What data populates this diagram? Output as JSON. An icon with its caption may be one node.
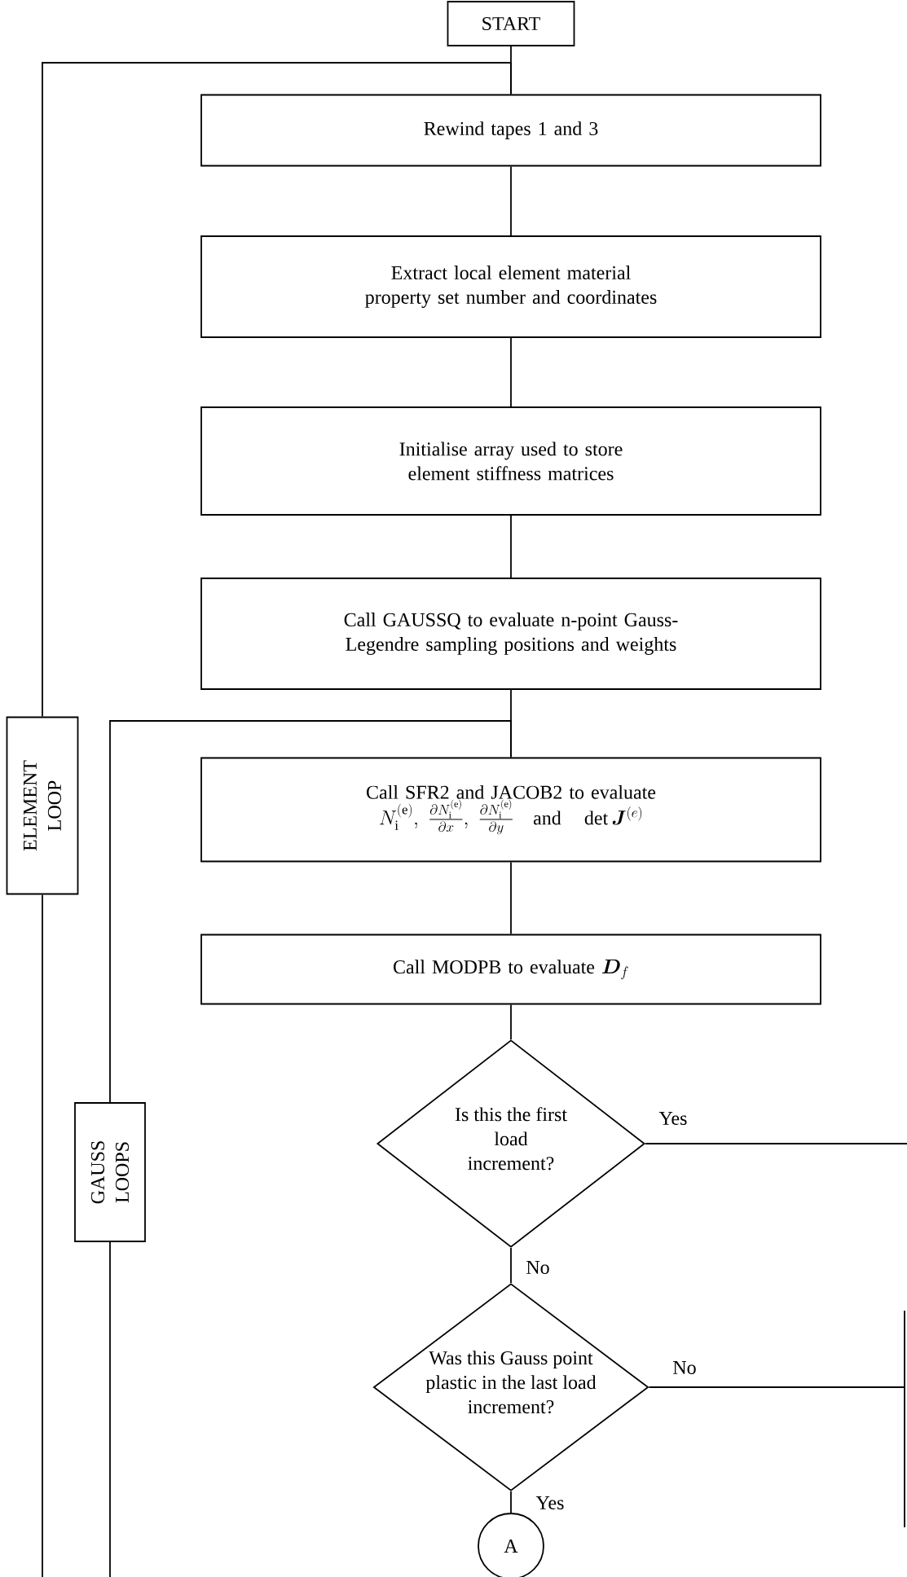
{
  "diagram": {
    "nodes": [
      {
        "text": [
          "START"
        ]
      },
      {
        "text": [
          "Rewind tapes 1 and 3"
        ]
      },
      {
        "text": [
          "Extract local element material property set number and coordinates"
        ]
      },
      {
        "text": [
          "Initialise array used to store element stiffness matrices"
        ]
      },
      {
        "text": [
          "Call GAUSSQ to evaluate n-point Gauss-Legendre sampling positions and weights"
        ]
      },
      {
        "text": [
          "Call SFR2 and JACOB2 to evaluate",
          "N_{\\mathrm{i}}^{(\\mathrm{e})},\\ \\frac{\\partial N_{\\mathrm{i}}^{(\\mathrm{e})}}{\\partial x},\\ \\frac{\\partial N_{\\mathrm{i}}^{(\\mathrm{e})}}{\\partial y}\\quad \\text{and}\\quad \\det \\boldsymbol{J}^{(e)}"
        ]
      },
      {
        "text": [
          "Call MODPB to evaluate",
          "\\boldsymbol{D}_{f}"
        ]
      },
      {
        "text": [
          "Is this the first load increment?"
        ]
      },
      {
        "text": [
          "Was this Gauss point plastic in the last load increment?"
        ]
      },
      {
        "text": [
          "A"
        ]
      },
      {
        "text": [
          "ELEMENT LOOP"
        ]
      },
      {
        "text": [
          "GAUSS LOOPS"
        ]
      }
    ],
    "edges": [
      {
        "from": 0,
        "to": 1,
        "arrow": "none"
      },
      {
        "from": 1,
        "to": 2,
        "arrow": "none"
      },
      {
        "from": 2,
        "to": 3,
        "arrow": "none"
      },
      {
        "from": 3,
        "to": 4,
        "arrow": "none"
      },
      {
        "from": 4,
        "to": 5,
        "arrow": "none"
      },
      {
        "from": 5,
        "to": 6,
        "arrow": "none"
      },
      {
        "from": 6,
        "to": 7,
        "arrow": "none"
      },
      {
        "from": 7,
        "to": 8,
        "arrow": "none",
        "label": "No"
      },
      {
        "from": 8,
        "to": 9,
        "arrow": "none",
        "label": "Yes"
      },
      {
        "from": 7,
        "to": null,
        "arrow": "none",
        "label": "Yes"
      },
      {
        "from": 8,
        "to": null,
        "arrow": "none",
        "label": "No"
      },
      {
        "from": 10,
        "to": 1,
        "arrow": "none"
      },
      {
        "from": 10,
        "to": null,
        "arrow": "none"
      },
      {
        "from": 11,
        "to": 5,
        "arrow": "none"
      },
      {
        "from": 11,
        "to": null,
        "arrow": "none"
      }
    ]
  }
}
